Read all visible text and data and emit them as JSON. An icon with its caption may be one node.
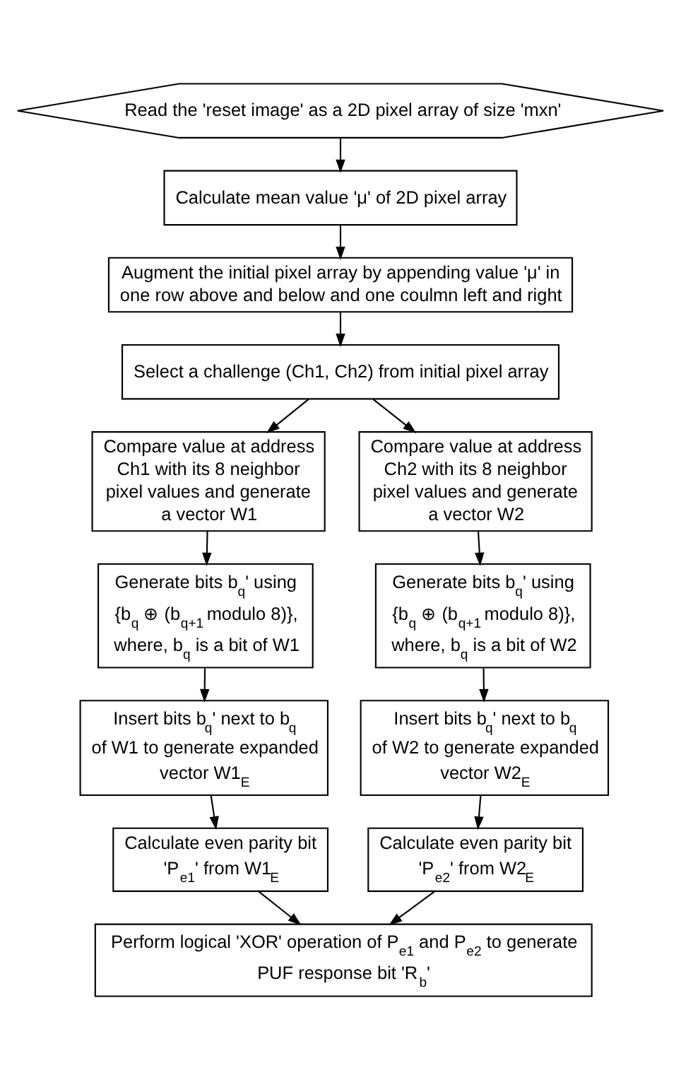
{
  "diagram": {
    "nodes": [
      {
        "text": [
          "Read the 'reset image' as a 2D pixel array of size 'mxn'"
        ]
      },
      {
        "text": [
          "Calculate mean value 'μ' of 2D pixel array"
        ]
      },
      {
        "text": [
          "Augment the initial pixel array by appending value 'μ' in one row above and below and one coulmn left and right"
        ]
      },
      {
        "text": [
          "Select a challenge (Ch1, Ch2) from initial pixel array"
        ]
      },
      {
        "text": [
          "Compare value at address Ch1 with its 8 neighbor pixel values and generate a vector W1"
        ]
      },
      {
        "text": [
          "Generate bits b$_{q}$' using {b$_{q}$ ⊕ (b$_{q+1}$ modulo 8)}, where, b$_{q}$ is a bit of W1"
        ]
      },
      {
        "text": [
          "Insert bits b$_{q}$' next to b$_{q}$ of W1 to generate expanded vector W1$_{E}$"
        ]
      },
      {
        "text": [
          "Calculate even parity bit 'P$_{e1}$' from W1$_{E}$"
        ]
      },
      {
        "text": [
          "Compare value at address Ch2 with its 8 neighbor pixel values and generate a vector W2"
        ]
      },
      {
        "text": [
          "Generate bits b$_{q}$' using {b$_{q}$ ⊕ (b$_{q+1}$ modulo 8)}, where, b$_{q}$ is a bit of W2"
        ]
      },
      {
        "text": [
          "Insert bits b$_{q}$' next to b$_{q}$ of W2 to generate expanded vector W2$_{E}$"
        ]
      },
      {
        "text": [
          "Calculate even parity bit 'P$_{e2}$' from W2$_{E}$"
        ]
      },
      {
        "text": [
          "Perform logical 'XOR' operation of P$_{e1}$ and P$_{e2}$ to generate PUF response bit 'R$_{b}$'"
        ]
      }
    ],
    "edges": [
      {
        "from": 0,
        "to": 1,
        "arrow": "to"
      },
      {
        "from": 1,
        "to": 2,
        "arrow": "to"
      },
      {
        "from": 2,
        "to": 3,
        "arrow": "to"
      },
      {
        "from": 3,
        "to": 4,
        "arrow": "to"
      },
      {
        "from": 3,
        "to": 8,
        "arrow": "to"
      },
      {
        "from": 4,
        "to": 5,
        "arrow": "to"
      },
      {
        "from": 5,
        "to": 6,
        "arrow": "to"
      },
      {
        "from": 6,
        "to": 7,
        "arrow": "to"
      },
      {
        "from": 7,
        "to": 12,
        "arrow": "to"
      },
      {
        "from": 8,
        "to": 9,
        "arrow": "to"
      },
      {
        "from": 9,
        "to": 10,
        "arrow": "to"
      },
      {
        "from": 10,
        "to": 11,
        "arrow": "to"
      },
      {
        "from": 11,
        "to": 12,
        "arrow": "to"
      }
    ]
  }
}
